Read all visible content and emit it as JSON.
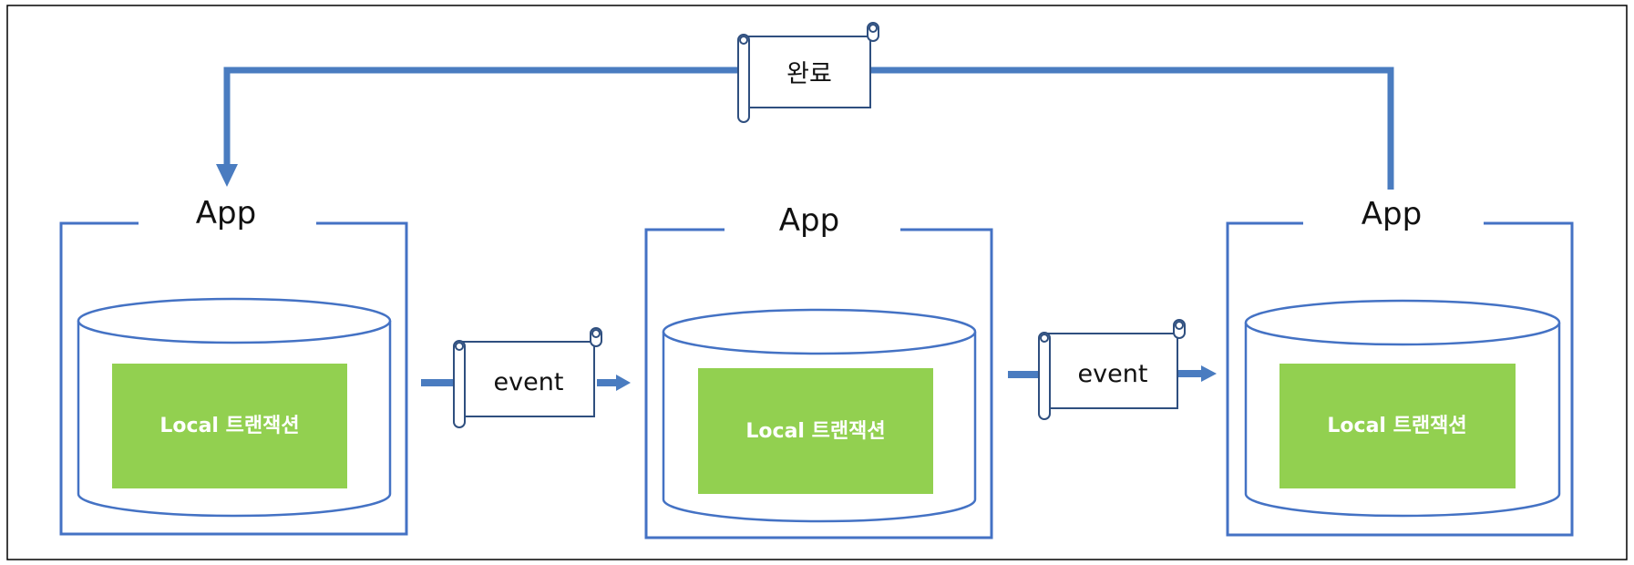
{
  "top_message": {
    "label": "완료"
  },
  "apps": [
    {
      "label": "App",
      "transaction_label": "Local 트랜잭션"
    },
    {
      "label": "App",
      "transaction_label": "Local 트랜잭션"
    },
    {
      "label": "App",
      "transaction_label": "Local 트랜잭션"
    }
  ],
  "events": [
    {
      "label": "event"
    },
    {
      "label": "event"
    }
  ],
  "colors": {
    "line": "#4a7cc0",
    "box_stroke": "#4472c4",
    "scroll_stroke": "#2f4f7f",
    "transaction_fill": "#92d050",
    "frame": "#000000"
  }
}
